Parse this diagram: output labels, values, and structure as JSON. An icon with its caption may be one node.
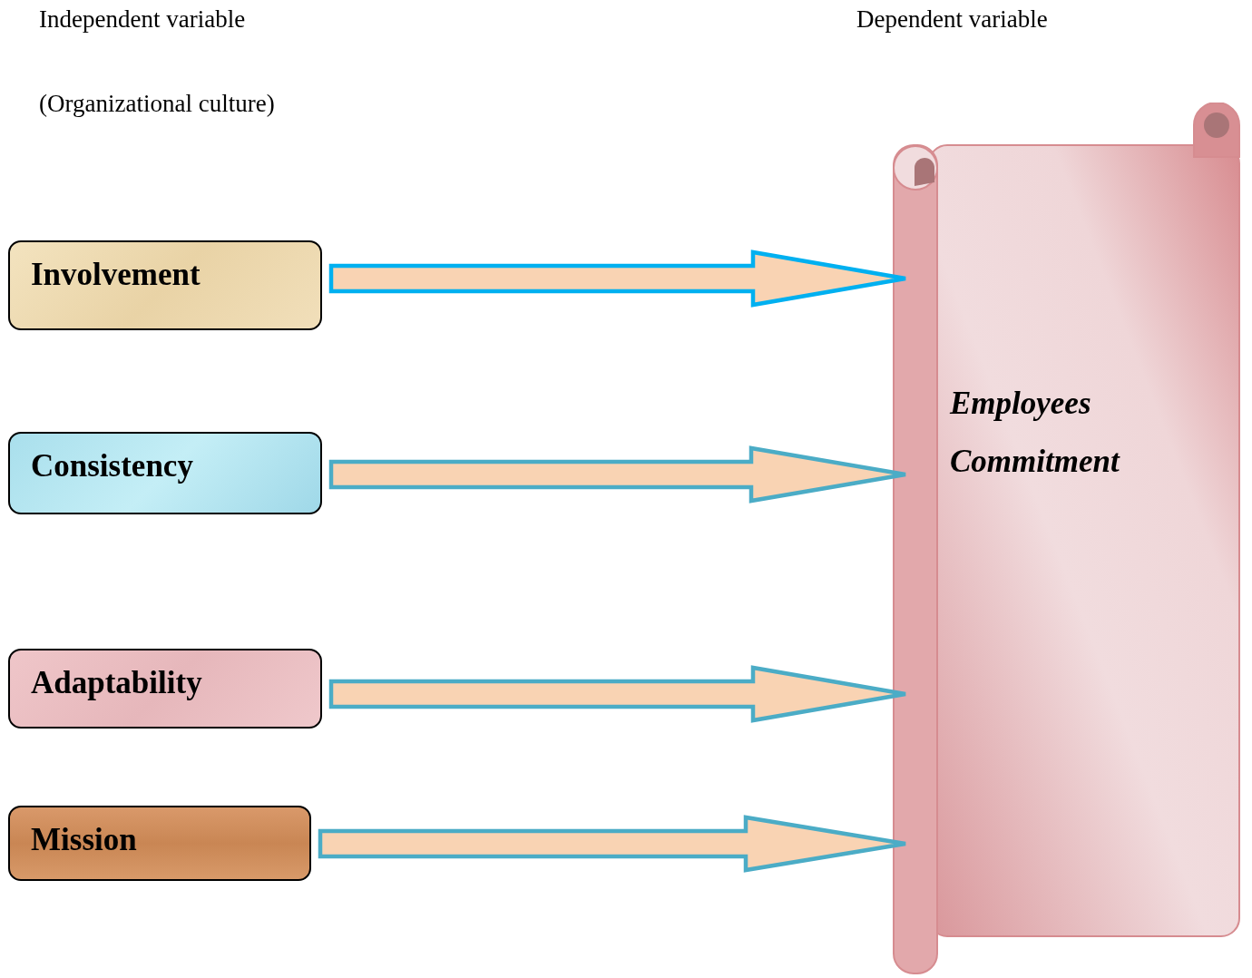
{
  "diagram": {
    "nodes": [
      {
        "text": [
          "Involvement"
        ]
      },
      {
        "text": [
          "Consistency"
        ]
      },
      {
        "text": [
          "Adaptability"
        ]
      },
      {
        "text": [
          "Mission"
        ]
      },
      {
        "text": [
          "Employees Commitment"
        ]
      }
    ],
    "edges": [
      {
        "from": 0,
        "to": 4,
        "arrow": "to",
        "color": "#00b0f0"
      },
      {
        "from": 1,
        "to": 4,
        "arrow": "to"
      },
      {
        "from": 2,
        "to": 4,
        "arrow": "to"
      },
      {
        "from": 3,
        "to": 4,
        "arrow": "to"
      }
    ],
    "labels": [
      "Independent variable",
      "(Organizational culture)",
      "Dependent variable"
    ]
  }
}
